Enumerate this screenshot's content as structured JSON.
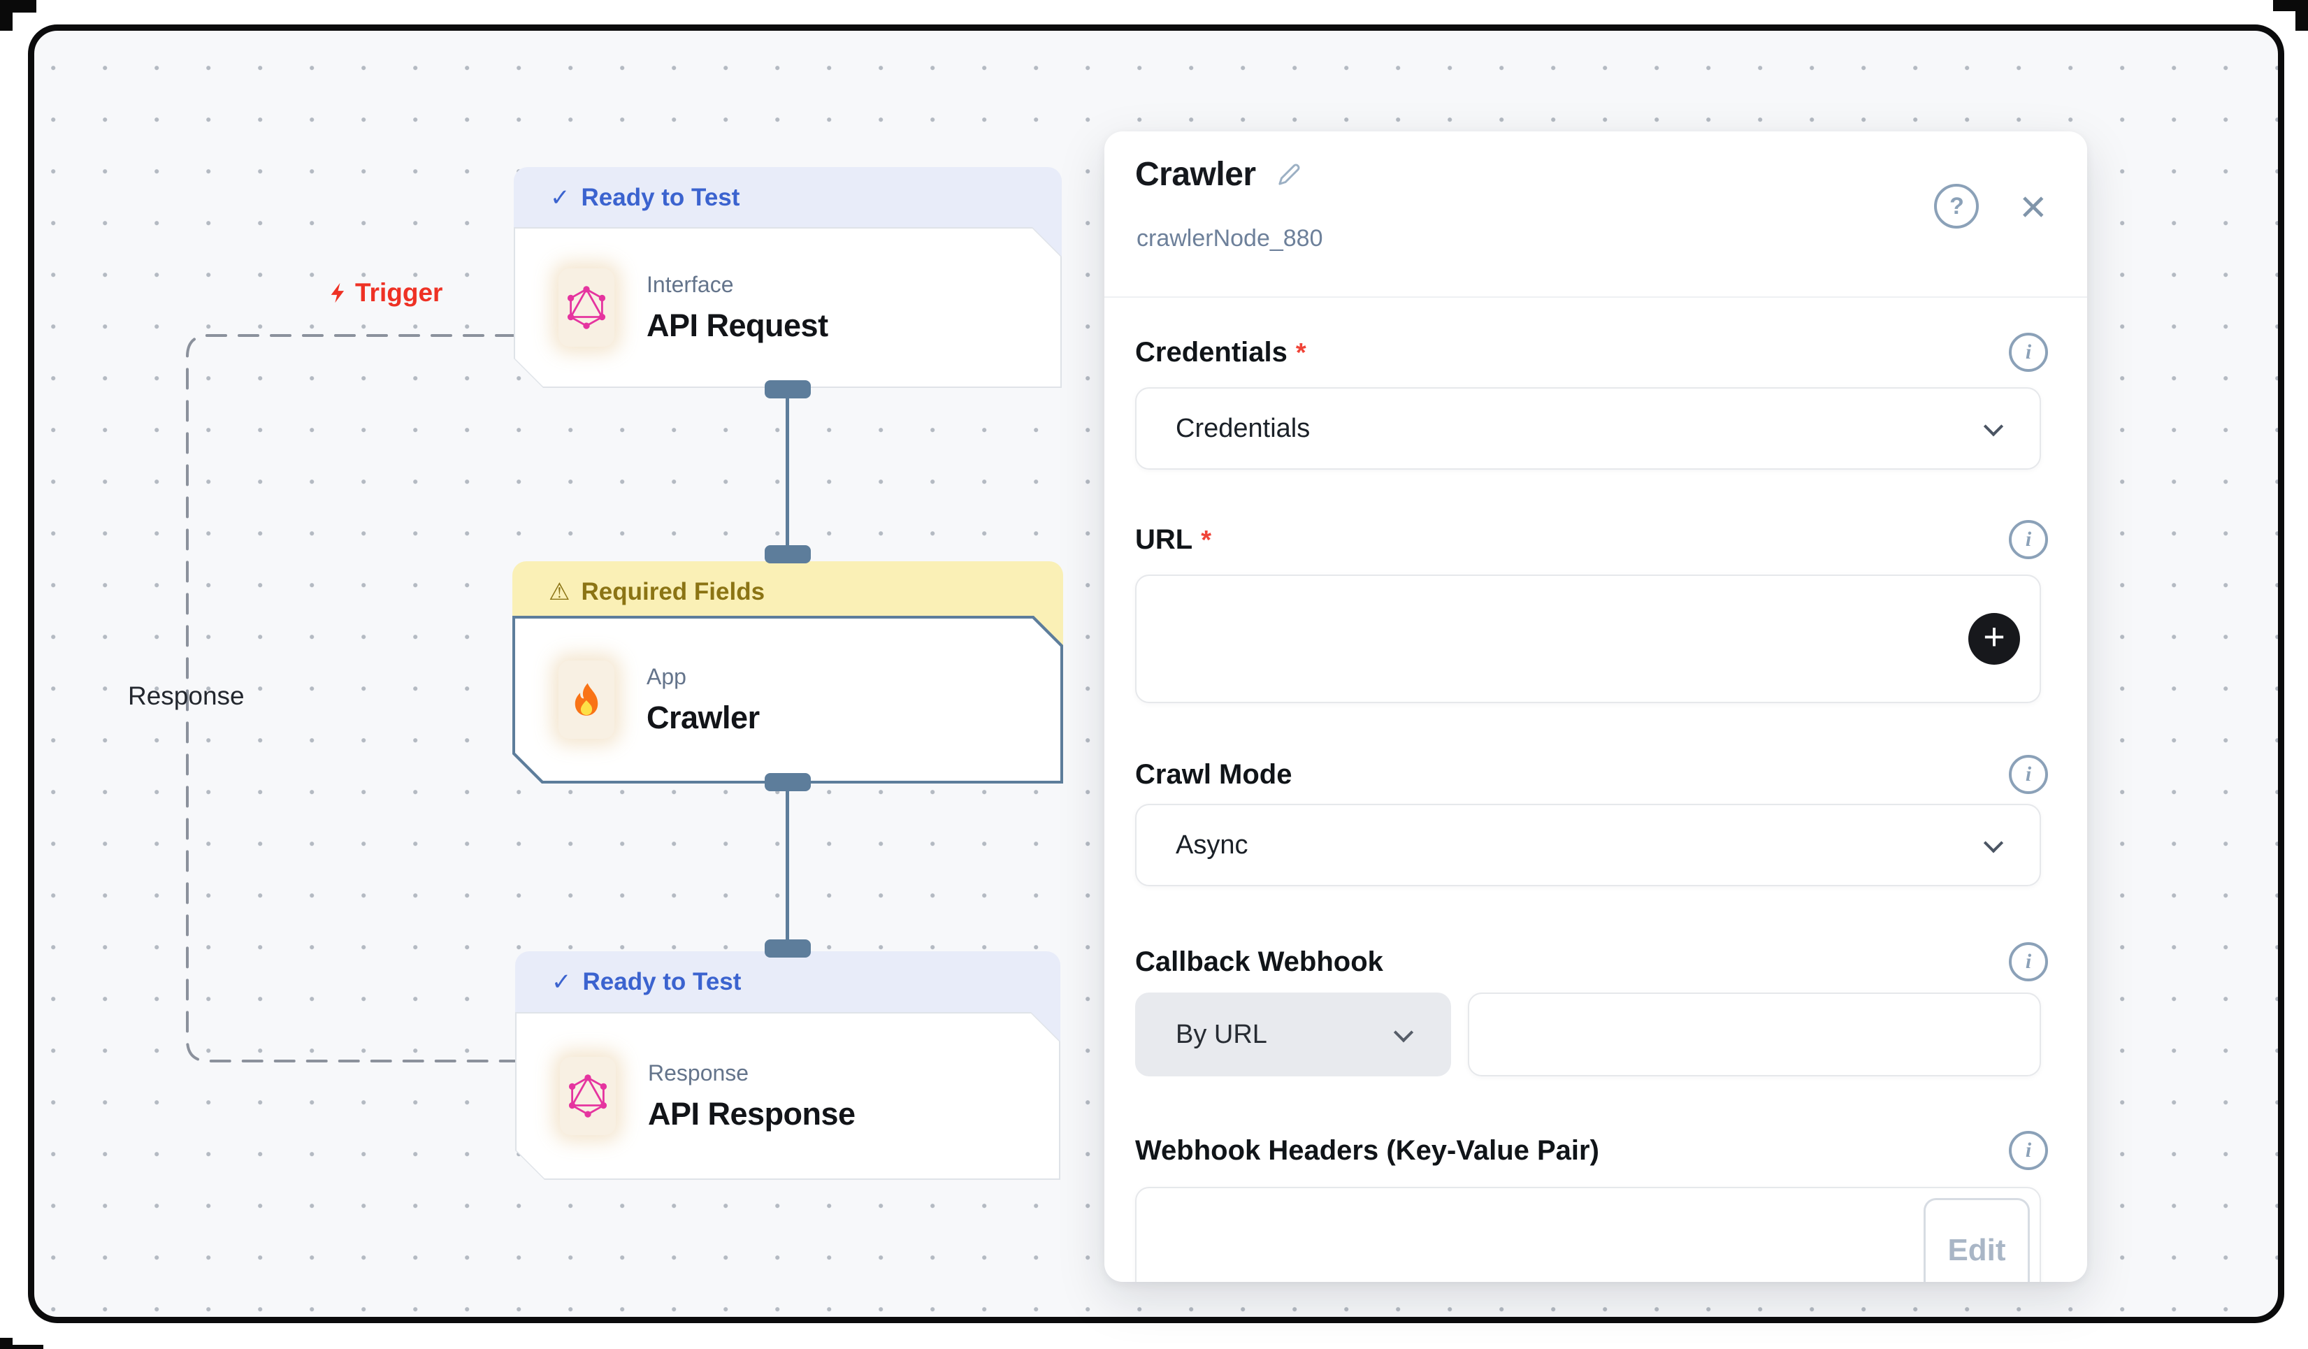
{
  "canvas": {
    "trigger_label": "Trigger",
    "response_label": "Response",
    "nodes": [
      {
        "badge": "Ready to Test",
        "type": "Interface",
        "title": "API Request"
      },
      {
        "badge": "Required Fields",
        "type": "App",
        "title": "Crawler"
      },
      {
        "badge": "Ready to Test",
        "type": "Response",
        "title": "API Response"
      }
    ]
  },
  "panel": {
    "title": "Crawler",
    "node_id": "crawlerNode_880",
    "fields": {
      "credentials": {
        "label": "Credentials",
        "required": "*",
        "value": "Credentials"
      },
      "url": {
        "label": "URL",
        "required": "*",
        "value": ""
      },
      "crawl_mode": {
        "label": "Crawl Mode",
        "value": "Async"
      },
      "callback_webhook": {
        "label": "Callback Webhook",
        "mode": "By URL",
        "url": ""
      },
      "webhook_headers": {
        "label": "Webhook Headers (Key-Value Pair)",
        "edit": "Edit"
      }
    }
  },
  "icons": {
    "check": "✓",
    "warning": "⚠",
    "info": "i",
    "help": "?",
    "close": "×",
    "plus": "+"
  },
  "colors": {
    "accent_blue": "#3b63cf",
    "warning_text": "#8b7414",
    "trigger_red": "#ee3124",
    "edge_slate": "#5d7d9b",
    "graphql_pink": "#e5349f"
  }
}
